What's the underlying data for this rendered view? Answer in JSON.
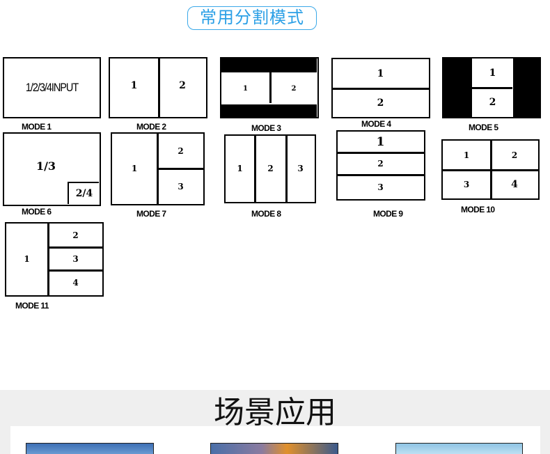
{
  "header": {
    "title": "常用分割模式"
  },
  "modes": {
    "m1": {
      "label": "MODE 1",
      "cells": [
        "1/2/3/4INPUT"
      ]
    },
    "m2": {
      "label": "MODE 2",
      "cells": [
        "1",
        "2"
      ]
    },
    "m3": {
      "label": "MODE 3",
      "cells": [
        "1",
        "2"
      ]
    },
    "m4": {
      "label": "MODE 4",
      "cells": [
        "1",
        "2"
      ]
    },
    "m5": {
      "label": "MODE 5",
      "cells": [
        "1",
        "2"
      ]
    },
    "m6": {
      "label": "MODE 6",
      "cells": [
        "1/3",
        "2/4"
      ]
    },
    "m7": {
      "label": "MODE 7",
      "cells": [
        "1",
        "2",
        "3"
      ]
    },
    "m8": {
      "label": "MODE 8",
      "cells": [
        "1",
        "2",
        "3"
      ]
    },
    "m9": {
      "label": "MODE 9",
      "cells": [
        "1",
        "2",
        "3"
      ]
    },
    "m10": {
      "label": "MODE 10",
      "cells": [
        "1",
        "2",
        "3",
        "4"
      ]
    },
    "m11": {
      "label": "MODE 11",
      "cells": [
        "1",
        "2",
        "3",
        "4"
      ]
    }
  },
  "scene": {
    "title": "场景应用"
  },
  "colors": {
    "accent": "#2a9fe6",
    "band": "#efefef"
  }
}
